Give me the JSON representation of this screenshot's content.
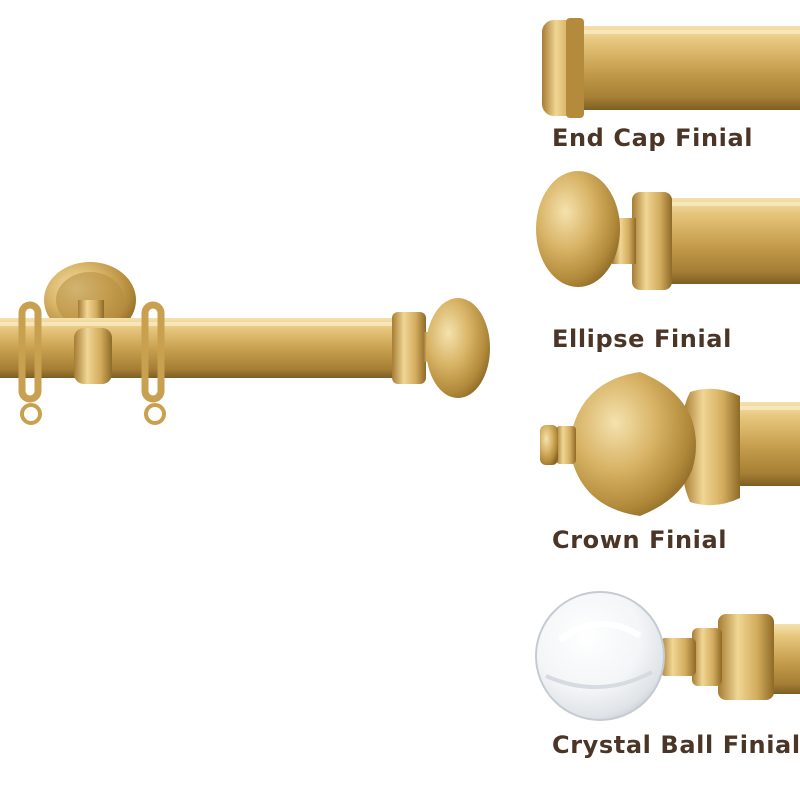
{
  "finials": [
    {
      "label": "End Cap Finial",
      "icon": "end-cap-finial-icon"
    },
    {
      "label": "Ellipse Finial",
      "icon": "ellipse-finial-icon"
    },
    {
      "label": "Crown Finial",
      "icon": "crown-finial-icon"
    },
    {
      "label": "Crystal Ball Finial",
      "icon": "crystal-ball-finial-icon"
    }
  ],
  "colors": {
    "caption": "#4a3526",
    "brass_light": "#f2d99a",
    "brass_mid": "#cfa859",
    "brass_dark": "#8c6a2a",
    "background": "#ffffff"
  }
}
